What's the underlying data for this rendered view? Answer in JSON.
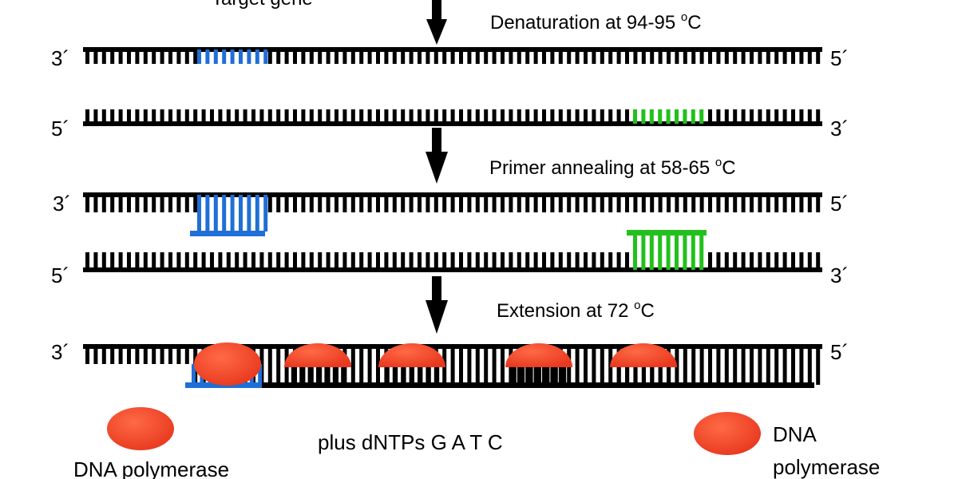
{
  "labels": {
    "target_gene": "Target gene",
    "denaturation": "Denaturation at 94-95",
    "annealing": "Primer annealing at 58-65",
    "extension": "Extension at 72",
    "degree_sup": "o",
    "celsius": "C",
    "dntps": "plus dNTPs G A T C",
    "polymerase_left": "DNA polymerase",
    "polymerase_right_line1": "DNA",
    "polymerase_right_line2": "polymerase"
  },
  "ends": {
    "three_prime": "3´",
    "five_prime": "5´"
  },
  "colors": {
    "strand": "#000000",
    "primer_forward": "#1f6fd6",
    "primer_reverse": "#22c01c",
    "polymerase": "#e8381f",
    "polymerase_highlight": "#ff6a45",
    "arrow": "#000000"
  },
  "steps": [
    "denaturation",
    "annealing",
    "extension"
  ]
}
